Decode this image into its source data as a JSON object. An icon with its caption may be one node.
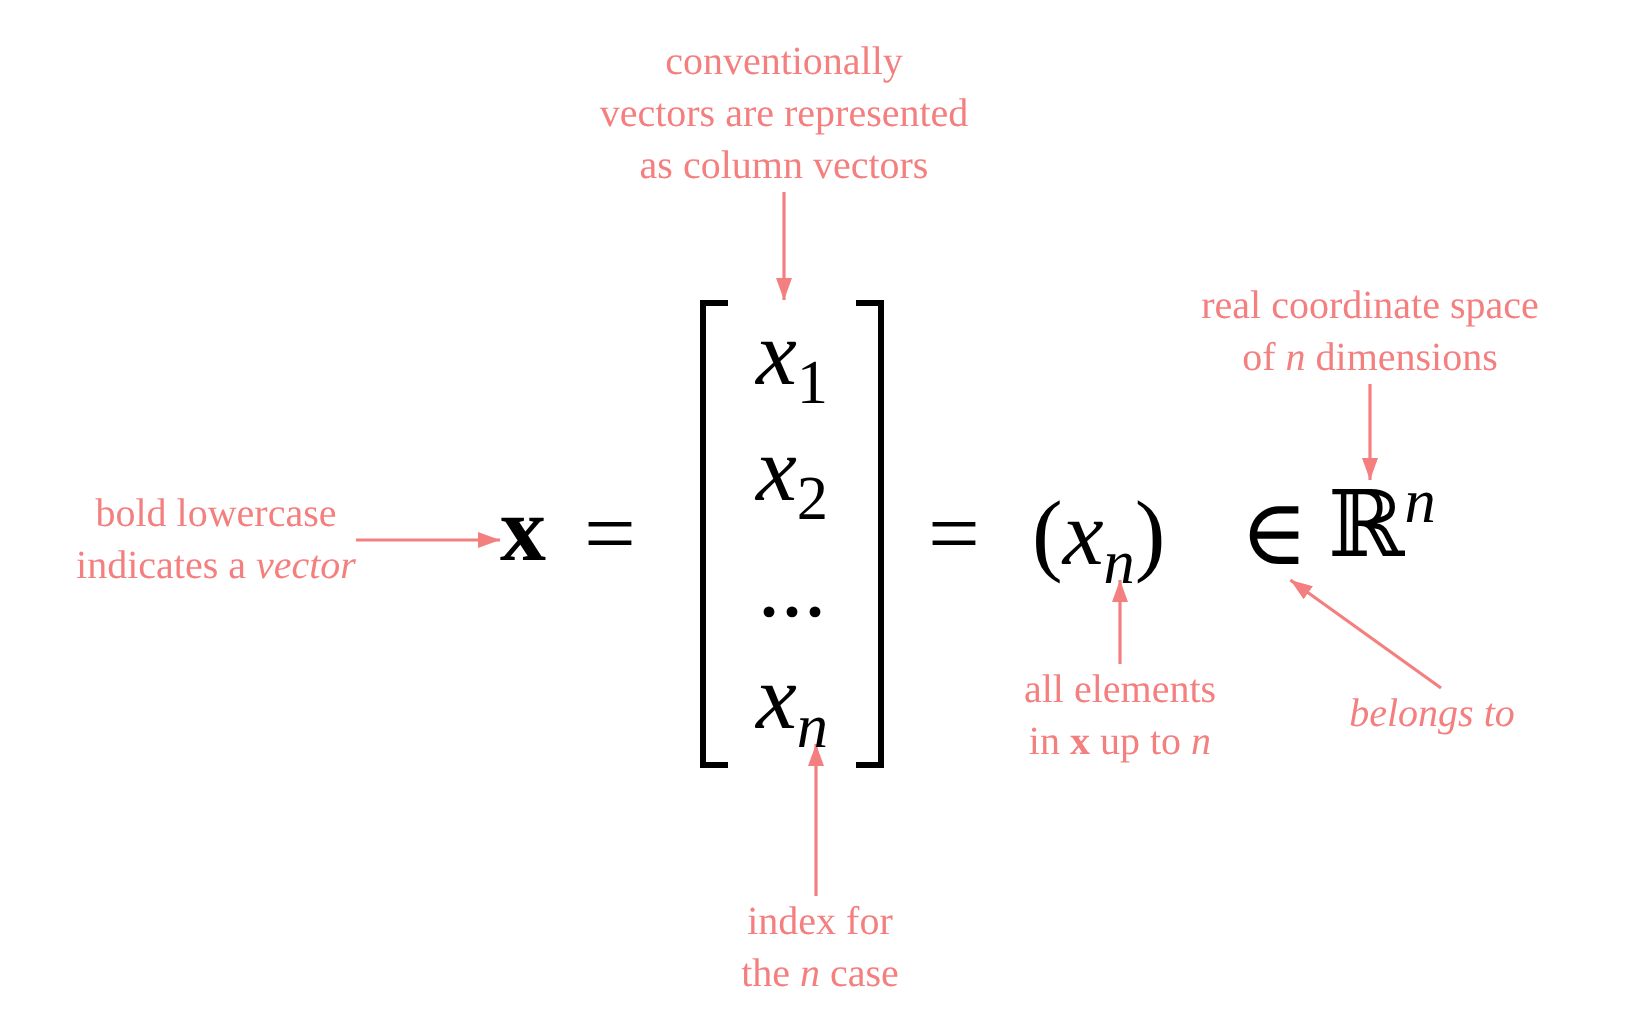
{
  "diagram": {
    "nodes": [
      {
        "text": [
          "conventionally vectors are represented as column vectors"
        ]
      },
      {
        "text": [
          "real coordinate space of *n* dimensions"
        ]
      },
      {
        "text": [
          "bold lowercase indicates a *vector*"
        ]
      },
      {
        "text": [
          "x"
        ]
      },
      {
        "text": [],
        "shape": "bracket"
      },
      {
        "text": [
          "*x*$_{1}$"
        ],
        "in": 4
      },
      {
        "text": [
          "*x*$_{2}$"
        ],
        "in": 4
      },
      {
        "text": [
          "..."
        ],
        "in": 4
      },
      {
        "text": [
          "*x*$_{n}$"
        ],
        "in": 4
      },
      {
        "text": [
          "(*x*$_{n}$)"
        ]
      },
      {
        "text": [
          "∈"
        ]
      },
      {
        "text": [
          "ℝ$^{n}$"
        ]
      },
      {
        "text": [
          "all elements in **x** up to *n*"
        ]
      },
      {
        "text": [
          "belongs to"
        ]
      },
      {
        "text": [
          "index for the *n* case"
        ]
      }
    ],
    "edges": [
      {
        "from": 0,
        "to": 4,
        "arrow": "to"
      },
      {
        "from": 1,
        "to": 11,
        "arrow": "to"
      },
      {
        "from": 2,
        "to": 3,
        "arrow": "to"
      },
      {
        "from": 12,
        "to": 9,
        "arrow": "to"
      },
      {
        "from": 13,
        "to": 10,
        "arrow": "to"
      },
      {
        "from": 14,
        "to": 8,
        "arrow": "to"
      }
    ],
    "labels": [
      "=",
      "="
    ]
  }
}
